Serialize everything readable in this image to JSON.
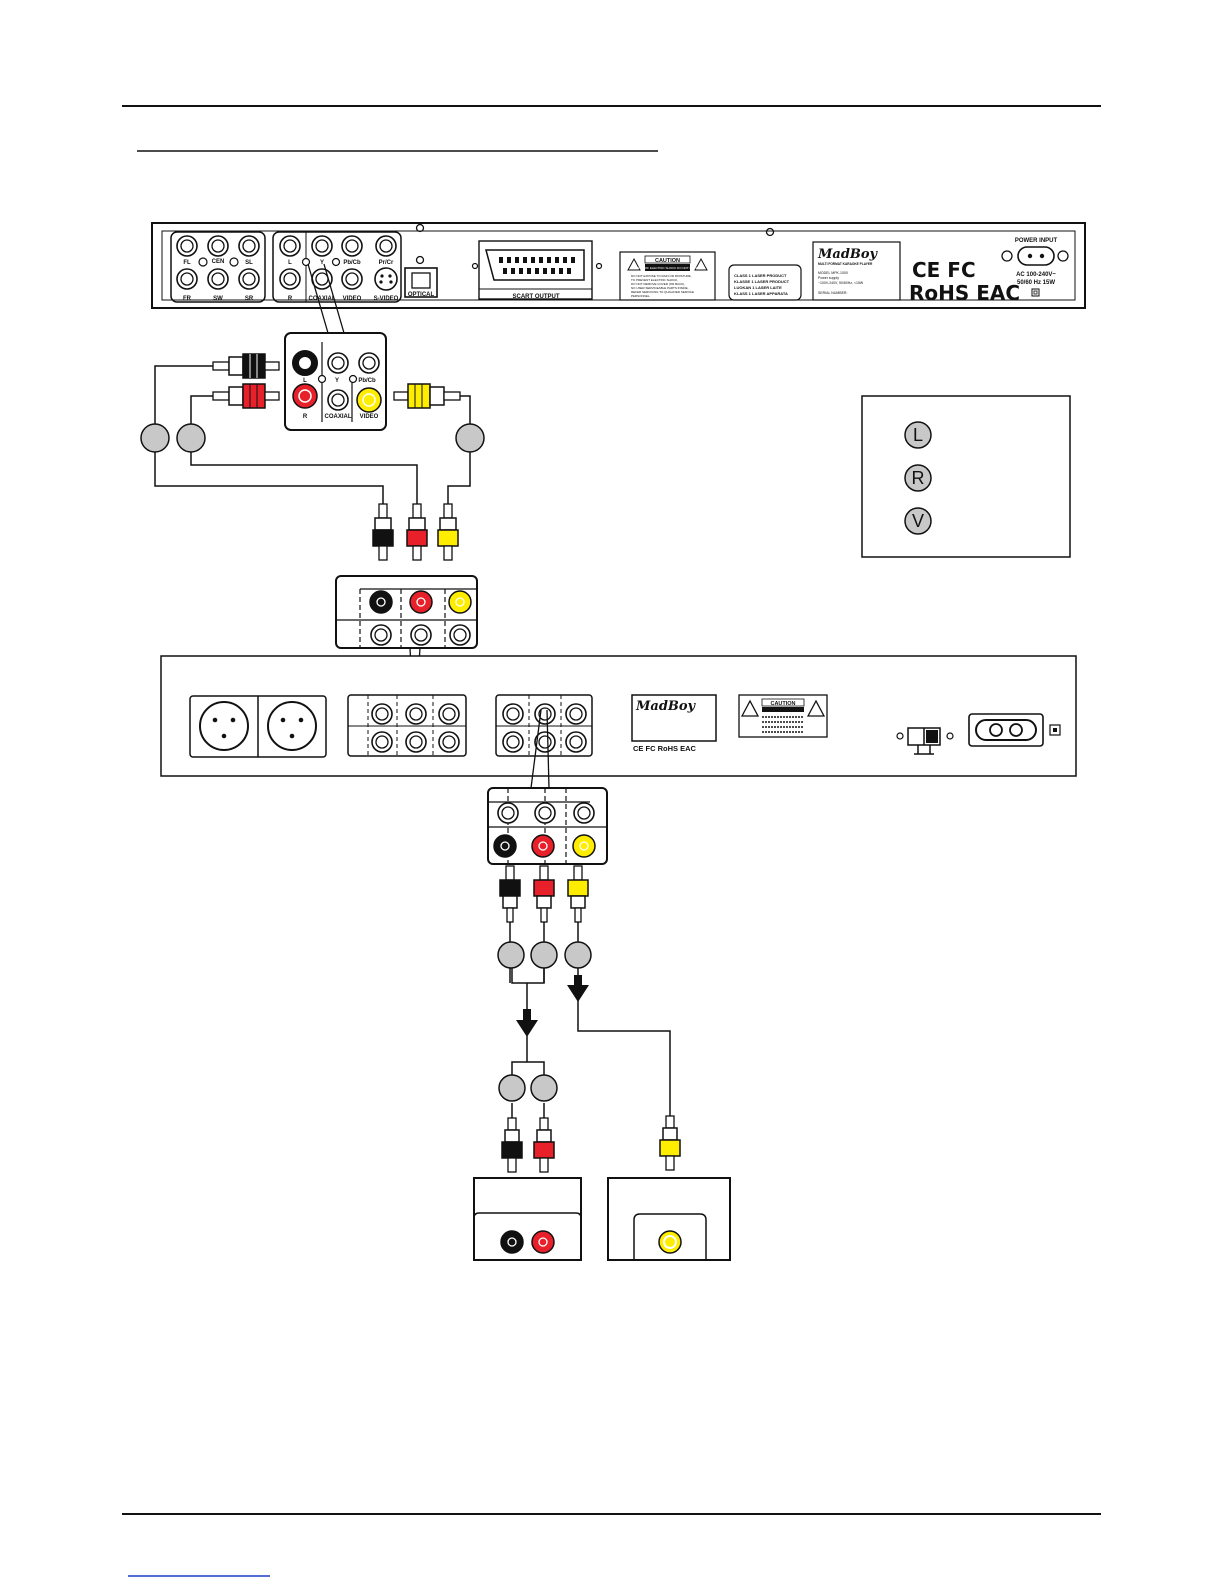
{
  "colors": {
    "line": "#111111",
    "audio_left": "#111111",
    "audio_right": "#e8202a",
    "video": "#ffed00",
    "badge": "#c8c8c8"
  },
  "player_panel": {
    "surround_labels": [
      "FL",
      "CEN",
      "SL",
      "FR",
      "SW",
      "SR"
    ],
    "audio_labels": [
      "L",
      "R"
    ],
    "component_labels": [
      "Y",
      "Pb/Cb",
      "Pr/Cr"
    ],
    "coaxial_label": "COAXIAL",
    "video_label": "VIDEO",
    "svideo_label": "S-VIDEO",
    "optical_label": "OPTICAL",
    "scart_label": "SCART OUTPUT",
    "caution_title": "CAUTION",
    "caution_sub": "RISK OF ELECTRIC SHOCK DO NOT OPEN",
    "caution_lines": [
      "DO NOT EXPOSE TO RAIN OR MOISTURE,",
      "TO PREVENT ELECTRIC SHOCK,",
      "DO NOT REMOVE COVER (OR BACK),",
      "NO USER SERVICEABLE PARTS INSIDE,",
      "REFER SERVICING TO QUALIFIED SERVICE",
      "PERSONNEL."
    ],
    "laser_lines": [
      "CLASS 1 LASER PRODUCT",
      "KLASSE 1 LASER PRODUCT",
      "LUOKAN 1 LASER LAITE",
      "KLASS 1 LASER APPARATA"
    ],
    "brand": "MadBoy",
    "model_lines": [
      "MULTI FORMAT KARAOKE PLAYER",
      "MODEL MPK-1000",
      "Power supply",
      "~100V-240V, 50/60Hz, <15W",
      "SERIAL NUMBER:"
    ],
    "marks_top": "CE FC",
    "marks_bottom": "RoHS EAC",
    "power_title": "POWER INPUT",
    "power_spec_1": "AC 100-240V~",
    "power_spec_2": "50/60 Hz 15W"
  },
  "zoom_jack": {
    "labels": [
      "L",
      "Y",
      "Pb/Cb",
      "R",
      "COAXIAL",
      "VIDEO"
    ]
  },
  "legend": {
    "items": [
      "L",
      "R",
      "V"
    ]
  },
  "mixer_panel": {
    "brand": "MadBoy",
    "marks": "CE FC RoHS EAC",
    "caution_title": "CAUTION"
  }
}
